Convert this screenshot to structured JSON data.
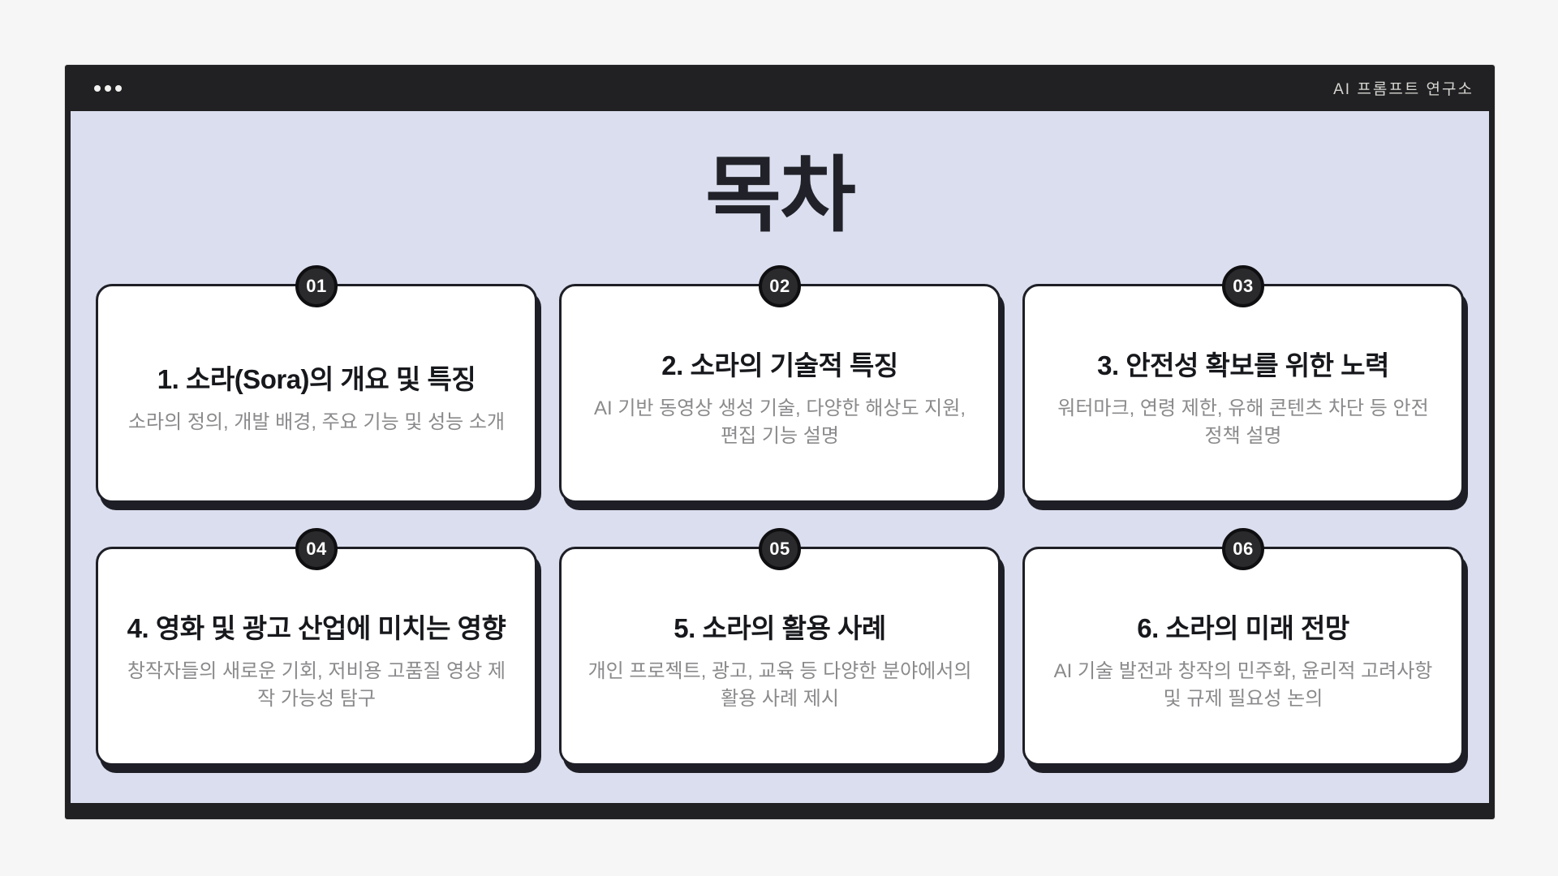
{
  "app": {
    "chrome": {
      "title": "AI 프롬프트 연구소",
      "dot_count": 3
    },
    "slide": {
      "title": "목차",
      "cards": [
        {
          "badge": "01",
          "title": "1. 소라(Sora)의 개요 및 특징",
          "desc": "소라의 정의, 개발 배경, 주요 기능 및 성능 소개"
        },
        {
          "badge": "02",
          "title": "2. 소라의 기술적 특징",
          "desc": "AI 기반 동영상 생성 기술, 다양한 해상도 지원, 편집 기능 설명"
        },
        {
          "badge": "03",
          "title": "3. 안전성 확보를 위한 노력",
          "desc": "워터마크, 연령 제한, 유해 콘텐츠 차단 등 안전 정책 설명"
        },
        {
          "badge": "04",
          "title": "4. 영화 및 광고 산업에 미치는 영향",
          "desc": "창작자들의 새로운 기회, 저비용 고품질 영상 제작 가능성 탐구"
        },
        {
          "badge": "05",
          "title": "5. 소라의 활용 사례",
          "desc": "개인 프로젝트, 광고, 교육 등 다양한 분야에서의 활용 사례 제시"
        },
        {
          "badge": "06",
          "title": "6. 소라의 미래 전망",
          "desc": "AI 기술 발전과 창작의 민주화, 윤리적 고려사항 및 규제 필요성 논의"
        }
      ]
    },
    "colors": {
      "desktop_bg": "#f6f6f6",
      "chrome_bg": "#212123",
      "chrome_text": "#d6d5d1",
      "slide_bg": "#dbdeee",
      "card_bg": "#ffffff",
      "card_border": "#1e1f26",
      "badge_bg": "#2a2a2c",
      "badge_ring": "#0f0f11",
      "title_text": "#212229",
      "card_title_text": "#17181c",
      "card_desc_text": "#8a8a8c"
    }
  }
}
